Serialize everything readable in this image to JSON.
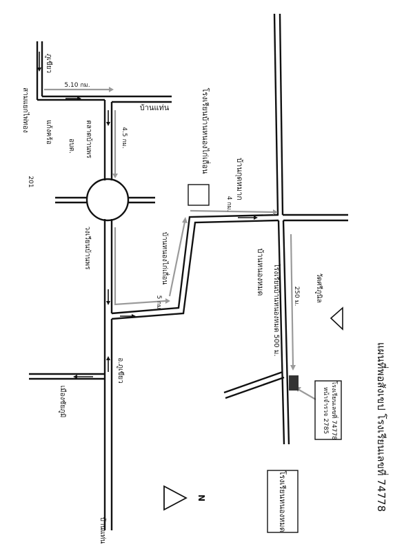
{
  "map": {
    "title": "แผนที่พอสังเขป โรงเรียนเลขที่ 74778",
    "labels": {
      "phu_khieo_top": "ภูเขียว",
      "dist_510": "5.10 กม.",
      "ban_waen": "บ้านแท่น",
      "sam_yaek_phai_tong": "สามแยกไพ่ทอง",
      "talat_ban_phon": "ตลาดบ้านพร",
      "aso": "อบต.",
      "kaeng_khro": "แก้งคร้อ",
      "route_201": "201",
      "dist_45": "4.5 กม.",
      "school_non_duang": "โรงเรียนบ้านหนองไก่เถื่อน",
      "ban_nong_mak": "บ้านกุดหมาก",
      "dist_4": "4 กม.",
      "wongwian_ban_phon": "วงเวียนบ้านพร",
      "ban_nong_kai_thuean": "บ้านหนองไก่เถื่อน",
      "dist_5": "5 กม.",
      "ban_nong_mot": "บ้านหนองหมด",
      "school_ban_nong_mot_500": "โรงเรียนบ้านหนองหมด 500 ม.",
      "dist_250": "250 ม.",
      "wat_si_phu_nin": "วัดศรีภูนิล",
      "a_phu_khieo": "อ.ภูเขียว",
      "mueang_chaiyaphum": "เมืองชัยภูมิ",
      "ban_waen_bottom": "บ้านแท่น",
      "school_no_box": "โรงเรียนเลขที่ 74778",
      "phone_box": "หน้าจำรวจ 2785",
      "school_box": "โรงเรียนหนองหมด",
      "north": "N"
    }
  }
}
